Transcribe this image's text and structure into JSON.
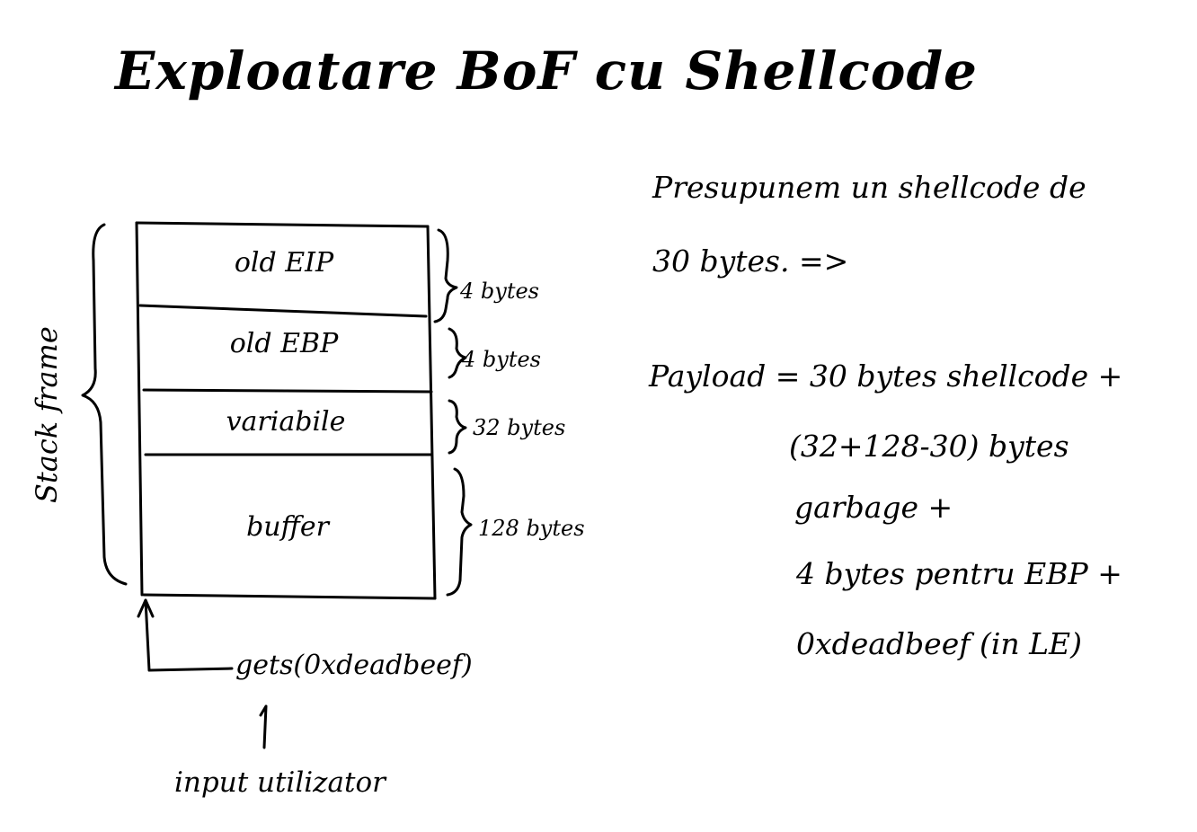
{
  "title": "Exploatare BoF cu Shellcode",
  "stack": {
    "frame_label": "Stack frame",
    "cells": [
      {
        "label": "old EIP",
        "size": "4 bytes"
      },
      {
        "label": "old EBP",
        "size": "4 bytes"
      },
      {
        "label": "variabile",
        "size": "32 bytes"
      },
      {
        "label": "buffer",
        "size": "128 bytes"
      }
    ],
    "call": "gets(0xdeadbeef)",
    "input_label": "input utilizator"
  },
  "notes": {
    "line1": "Presupunem un shellcode de",
    "line2": "30 bytes. =>",
    "payload_lines": [
      "Payload = 30 bytes shellcode +",
      "(32+128-30) bytes",
      "garbage +",
      "4 bytes pentru EBP +",
      "0xdeadbeef (in LE)"
    ]
  }
}
